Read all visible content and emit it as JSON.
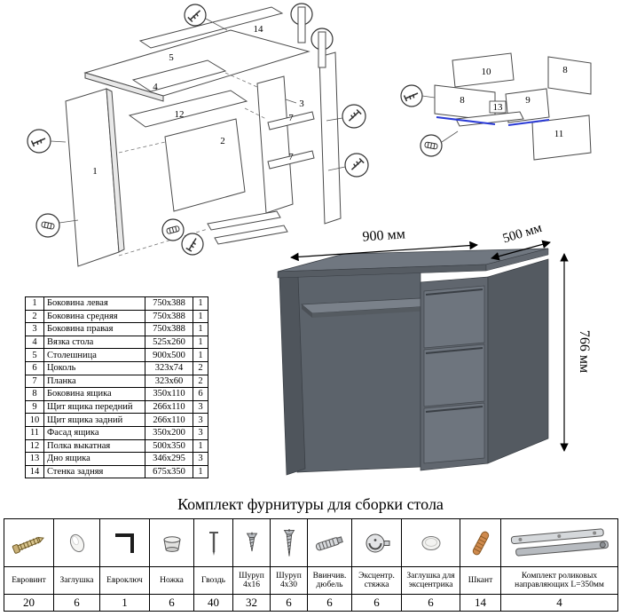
{
  "title": "Комплект фурнитуры для сборки стола",
  "desk": {
    "width": "900 мм",
    "depth": "500 мм",
    "height": "766 мм"
  },
  "diagram_main": {
    "labels": {
      "p14": "14",
      "p5": "5",
      "p4": "4",
      "p12": "12",
      "p2": "2",
      "p1": "1",
      "p3": "3",
      "p7a": "7",
      "p7b": "7"
    }
  },
  "diagram_drawer": {
    "labels": {
      "p10": "10",
      "p8a": "8",
      "p8b": "8",
      "p9": "9",
      "p13": "13",
      "p11": "11"
    }
  },
  "parts": {
    "rows": [
      {
        "n": "1",
        "name": "Боковина левая",
        "size": "750x388",
        "q": "1"
      },
      {
        "n": "2",
        "name": "Боковина средняя",
        "size": "750x388",
        "q": "1"
      },
      {
        "n": "3",
        "name": "Боковина правая",
        "size": "750x388",
        "q": "1"
      },
      {
        "n": "4",
        "name": "Вязка стола",
        "size": "525x260",
        "q": "1"
      },
      {
        "n": "5",
        "name": "Столешница",
        "size": "900x500",
        "q": "1"
      },
      {
        "n": "6",
        "name": "Цоколь",
        "size": "323x74",
        "q": "2"
      },
      {
        "n": "7",
        "name": "Планка",
        "size": "323x60",
        "q": "2"
      },
      {
        "n": "8",
        "name": "Боковина ящика",
        "size": "350x110",
        "q": "6"
      },
      {
        "n": "9",
        "name": "Щит ящика передний",
        "size": "266x110",
        "q": "3"
      },
      {
        "n": "10",
        "name": "Щит ящика задний",
        "size": "266x110",
        "q": "3"
      },
      {
        "n": "11",
        "name": "Фасад ящика",
        "size": "350x200",
        "q": "3"
      },
      {
        "n": "12",
        "name": "Полка выкатная",
        "size": "500x350",
        "q": "1"
      },
      {
        "n": "13",
        "name": "Дно ящика",
        "size": "346x295",
        "q": "3"
      },
      {
        "n": "14",
        "name": "Стенка задняя",
        "size": "675x350",
        "q": "1"
      }
    ]
  },
  "hardware": {
    "items": [
      {
        "icon": "euroscrew-icon",
        "label": "Евровинт",
        "qty": "20"
      },
      {
        "icon": "plug-icon",
        "label": "Заглушка",
        "qty": "6"
      },
      {
        "icon": "hexkey-icon",
        "label": "Евроключ",
        "qty": "1"
      },
      {
        "icon": "foot-icon",
        "label": "Ножка",
        "qty": "6"
      },
      {
        "icon": "nail-icon",
        "label": "Гвоздь",
        "qty": "40"
      },
      {
        "icon": "screw-4x16-icon",
        "label": "Шуруп 4x16",
        "qty": "32"
      },
      {
        "icon": "screw-4x30-icon",
        "label": "Шуруп 4x30",
        "qty": "6"
      },
      {
        "icon": "insert-dowel-icon",
        "label": "Ввинчив. дюбель",
        "qty": "6"
      },
      {
        "icon": "cam-lock-icon",
        "label": "Эксцентр. стяжка",
        "qty": "6"
      },
      {
        "icon": "cam-cap-icon",
        "label": "Заглушка для эксцентрика",
        "qty": "6"
      },
      {
        "icon": "wood-dowel-icon",
        "label": "Шкант",
        "qty": "14"
      },
      {
        "icon": "drawer-runner-icon",
        "label": "Комплект роликовых направляющих L=350мм",
        "qty": "4"
      }
    ]
  }
}
